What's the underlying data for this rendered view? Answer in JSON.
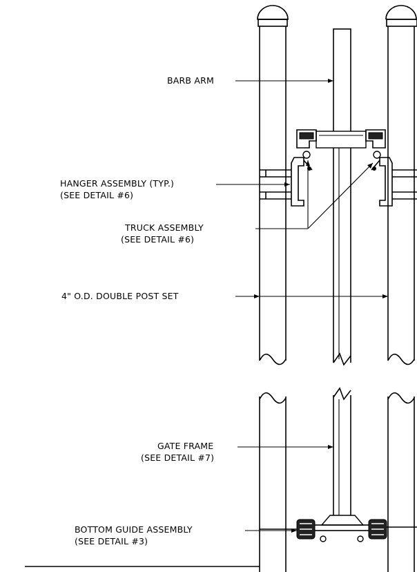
{
  "labels": {
    "barb_arm": "BARB ARM",
    "hanger_line1": "HANGER ASSEMBLY (TYP.)",
    "hanger_line2": "(SEE DETAIL #6)",
    "truck_line1": "TRUCK ASSEMBLY",
    "truck_line2": "(SEE DETAIL #6)",
    "post_set": "4\" O.D. DOUBLE POST SET",
    "gate_line1": "GATE FRAME",
    "gate_line2": "(SEE DETAIL #7)",
    "guide_line1": "BOTTOM GUIDE ASSEMBLY",
    "guide_line2": "(SEE DETAIL #3)"
  },
  "colors": {
    "ink": "#000000",
    "paper": "#ffffff"
  }
}
